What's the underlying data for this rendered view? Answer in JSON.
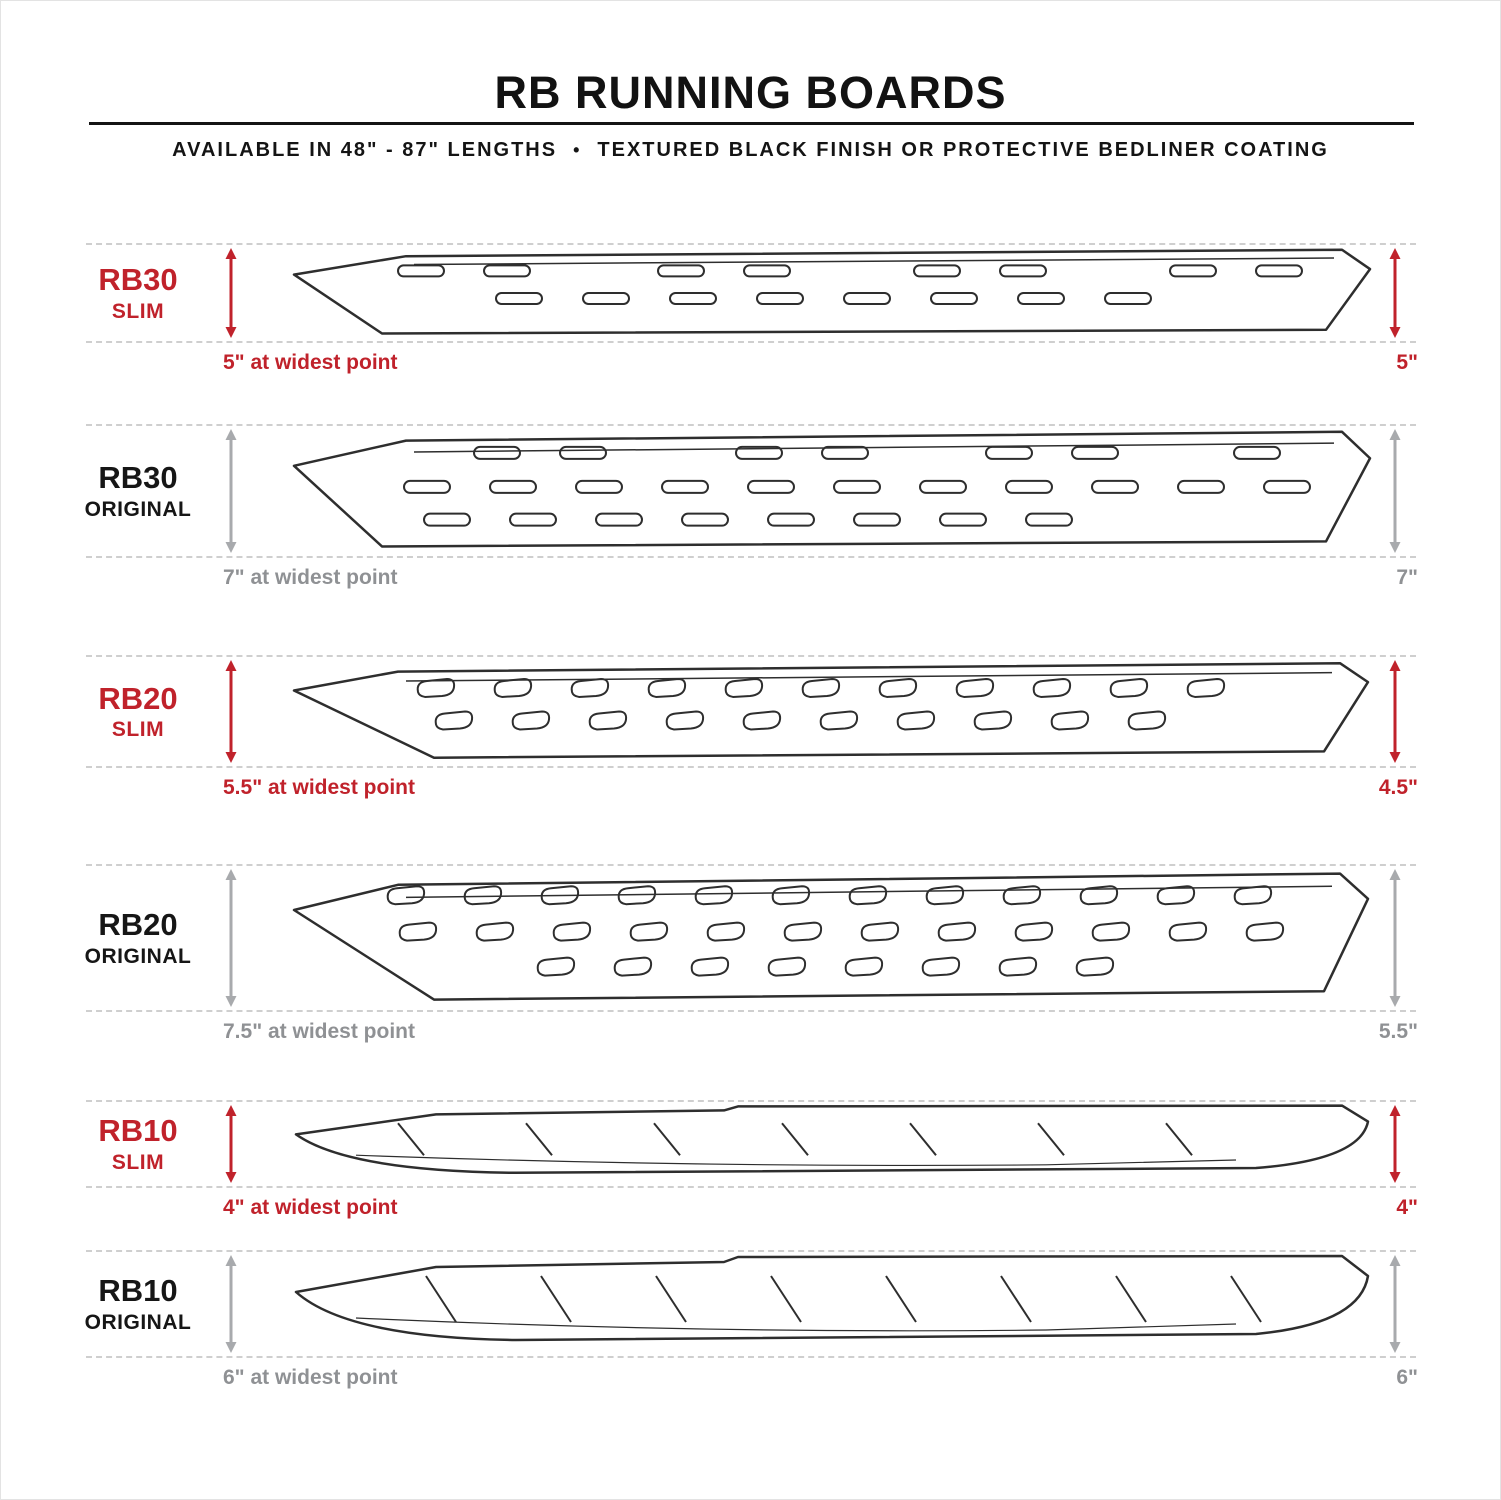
{
  "header": {
    "title": "RB RUNNING BOARDS",
    "subtitle_left": "AVAILABLE IN 48\" - 87\" LENGTHS",
    "bullet": "•",
    "subtitle_right": "TEXTURED BLACK FINISH OR PROTECTIVE BEDLINER COATING"
  },
  "colors": {
    "accent_red": "#c0222b",
    "arrow_gray": "#a8aaad",
    "line_ink": "#2e2e2e",
    "dim_gray": "#8f9194"
  },
  "rows": [
    {
      "model": "RB30",
      "variant": "SLIM",
      "accent": "red",
      "width_label": "5\" at widest point",
      "height_label": "5\""
    },
    {
      "model": "RB30",
      "variant": "ORIGINAL",
      "accent": "gray",
      "width_label": "7\" at widest point",
      "height_label": "7\""
    },
    {
      "model": "RB20",
      "variant": "SLIM",
      "accent": "red",
      "width_label": "5.5\" at widest point",
      "height_label": "4.5\""
    },
    {
      "model": "RB20",
      "variant": "ORIGINAL",
      "accent": "gray",
      "width_label": "7.5\" at widest point",
      "height_label": "5.5\""
    },
    {
      "model": "RB10",
      "variant": "SLIM",
      "accent": "red",
      "width_label": "4\" at widest point",
      "height_label": "4\""
    },
    {
      "model": "RB10",
      "variant": "ORIGINAL",
      "accent": "gray",
      "width_label": "6\" at widest point",
      "height_label": "6\""
    }
  ]
}
